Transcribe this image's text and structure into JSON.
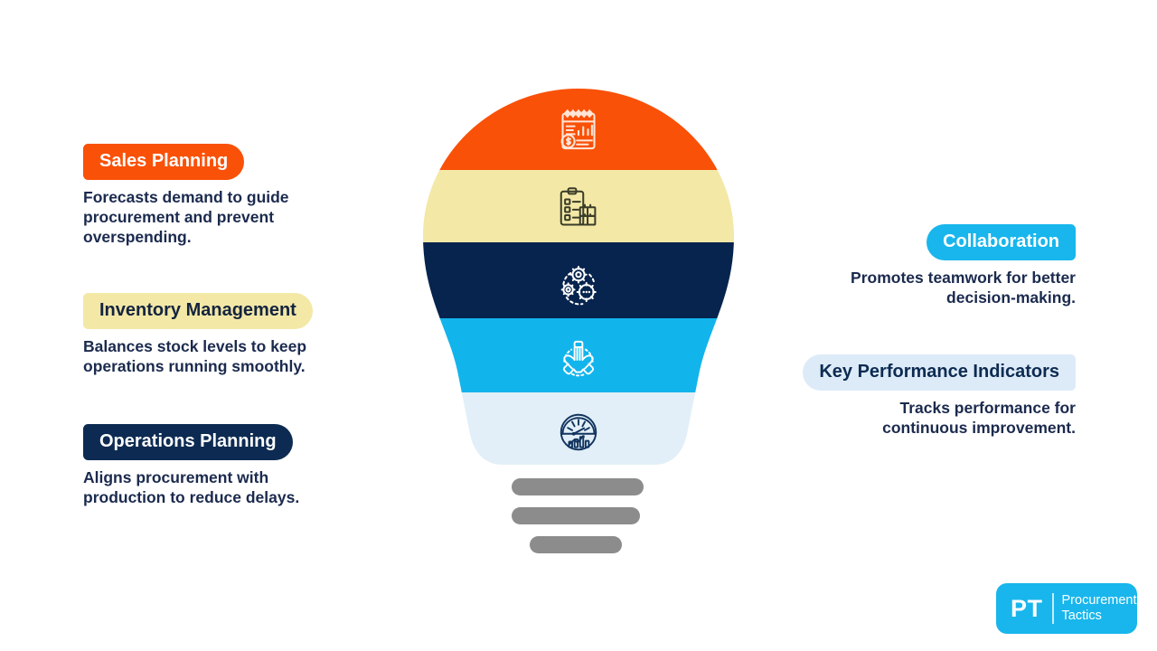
{
  "colors": {
    "orange": "#F95108",
    "yellow": "#F3E8A6",
    "navy": "#06244D",
    "cyan": "#12B4EC",
    "pale_blue": "#E2EFF8",
    "kpi_pill": "#DDEBF8",
    "body_text": "#1B2A4E",
    "base_gray": "#8C8C8C",
    "white": "#FFFFFF"
  },
  "left_items": [
    {
      "label": "Sales Planning",
      "description": "Forecasts demand to guide\nprocurement and prevent\noverspending.",
      "pill_bg": "#F95108",
      "pill_text": "#FFFFFF",
      "icon": "calendar-chart-dollar-icon"
    },
    {
      "label": "Inventory Management",
      "description": "Balances stock levels to keep\noperations running smoothly.",
      "pill_bg": "#F3E8A6",
      "pill_text": "#14243F",
      "icon": "clipboard-boxes-icon"
    },
    {
      "label": "Operations Planning",
      "description": "Aligns procurement with\nproduction to reduce delays.",
      "pill_bg": "#0D2B52",
      "pill_text": "#FFFFFF",
      "icon": "gears-icon"
    }
  ],
  "right_items": [
    {
      "label": "Collaboration",
      "description": "Promotes teamwork for better\ndecision-making.",
      "pill_bg": "#18B6EC",
      "pill_text": "#FFFFFF",
      "icon": "teamwork-hands-icon"
    },
    {
      "label": "Key Performance Indicators",
      "description": "Tracks performance for\ncontinuous improvement.",
      "pill_bg": "#DDEBF8",
      "pill_text": "#0D2B52",
      "icon": "gauge-chart-icon"
    }
  ],
  "bulb": {
    "bands": [
      {
        "name": "sales-planning-band",
        "color": "#F95108",
        "icon": "calendar-chart-dollar-icon",
        "icon_color": "#FFE6D8"
      },
      {
        "name": "inventory-management-band",
        "color": "#F3E8A6",
        "icon": "clipboard-boxes-icon",
        "icon_color": "#3A3C28"
      },
      {
        "name": "operations-planning-band",
        "color": "#06244D",
        "icon": "gears-icon",
        "icon_color": "#FFFFFF"
      },
      {
        "name": "collaboration-band",
        "color": "#12B4EC",
        "icon": "teamwork-hands-icon",
        "icon_color": "#FFFFFF"
      },
      {
        "name": "kpi-band",
        "color": "#E2EFF8",
        "icon": "gauge-chart-icon",
        "icon_color": "#12345E"
      }
    ],
    "base_bars": 3
  },
  "logo": {
    "mark": "PT",
    "name": "Procurement\nTactics",
    "bg": "#18B6EC"
  }
}
